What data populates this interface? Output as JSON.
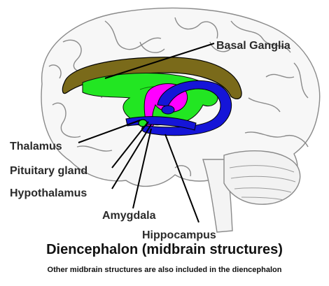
{
  "labels": {
    "basal_ganglia": "Basal Ganglia",
    "thalamus": "Thalamus",
    "pituitary_gland": "Pituitary gland",
    "hypothalamus": "Hypothalamus",
    "amygdala": "Amygdala",
    "hippocampus": "Hippocampus"
  },
  "caption": {
    "title": "Diencephalon (midbrain structures)",
    "subtitle": "Other midbrain structures are also included in the diencephalon"
  },
  "colors": {
    "basal_ganglia": "#7a6a1a",
    "thalamus": "#22e622",
    "hypothalamus": "#ff00ff",
    "hippocampus": "#1515d8",
    "brain_outline": "#8a8a8a",
    "leader_lines": "#000000"
  }
}
